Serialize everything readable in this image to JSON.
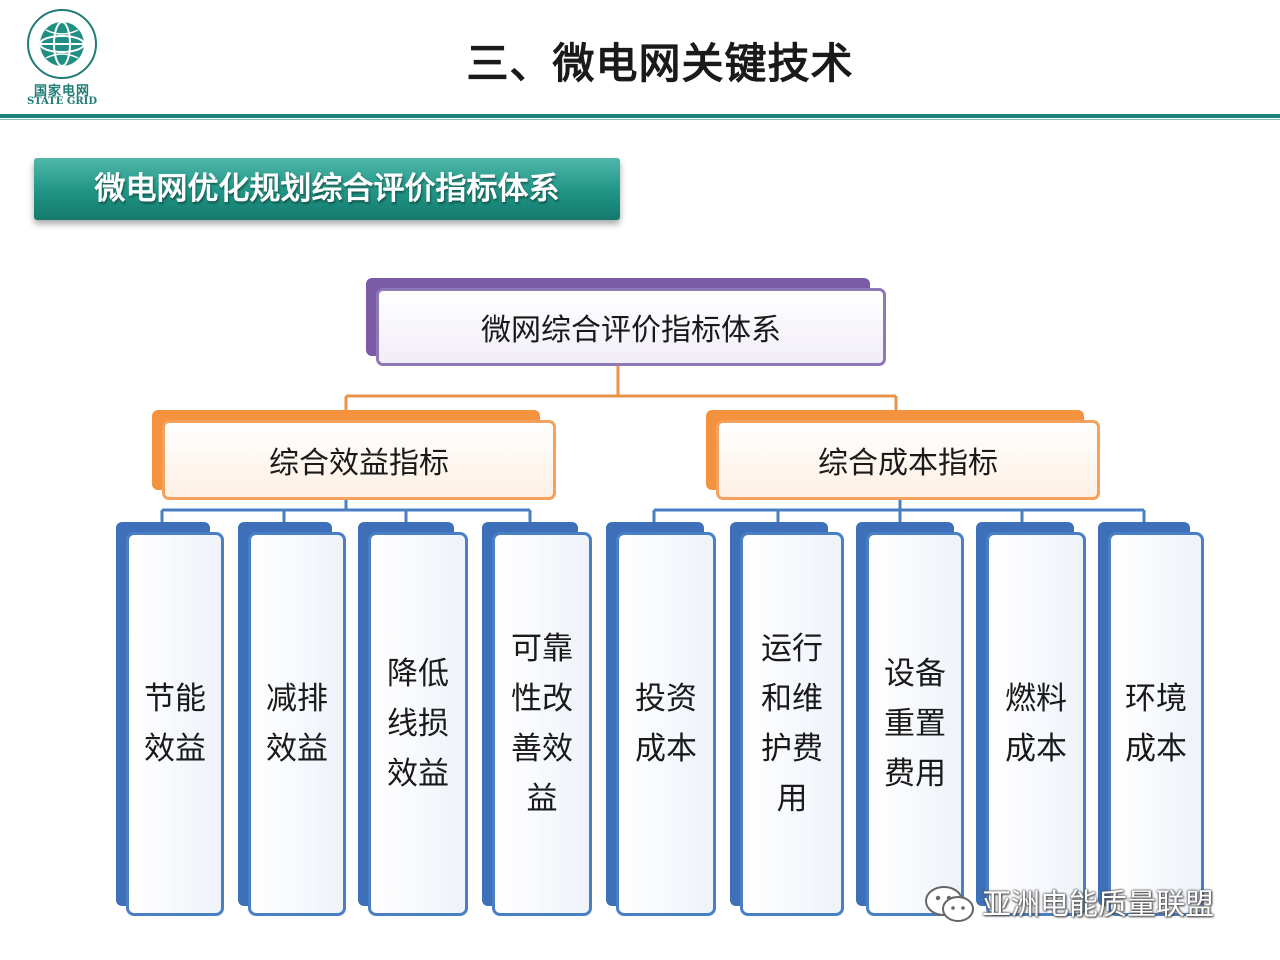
{
  "header": {
    "logo_cn": "国家电网",
    "logo_en": "STATE GRID",
    "title": "三、微电网关键技术"
  },
  "banner": {
    "text": "微电网优化规划综合评价指标体系"
  },
  "diagram": {
    "root": "微网综合评价指标体系",
    "groups": [
      {
        "label": "综合效益指标",
        "children": [
          "节能效益",
          "减排效益",
          "降低线损效益",
          "可靠性改善效益"
        ]
      },
      {
        "label": "综合成本指标",
        "children": [
          "投资成本",
          "运行和维护费用",
          "设备重置费用",
          "燃料成本",
          "环境成本"
        ]
      }
    ],
    "colors": {
      "root": "#7b5aa6",
      "group": "#f5923e",
      "leaf": "#3d70b8",
      "connector_upper": "#e8944a",
      "connector_lower": "#4a7fc4"
    }
  },
  "watermark": {
    "text": "亚洲电能质量联盟",
    "icon": "wechat-icon"
  }
}
